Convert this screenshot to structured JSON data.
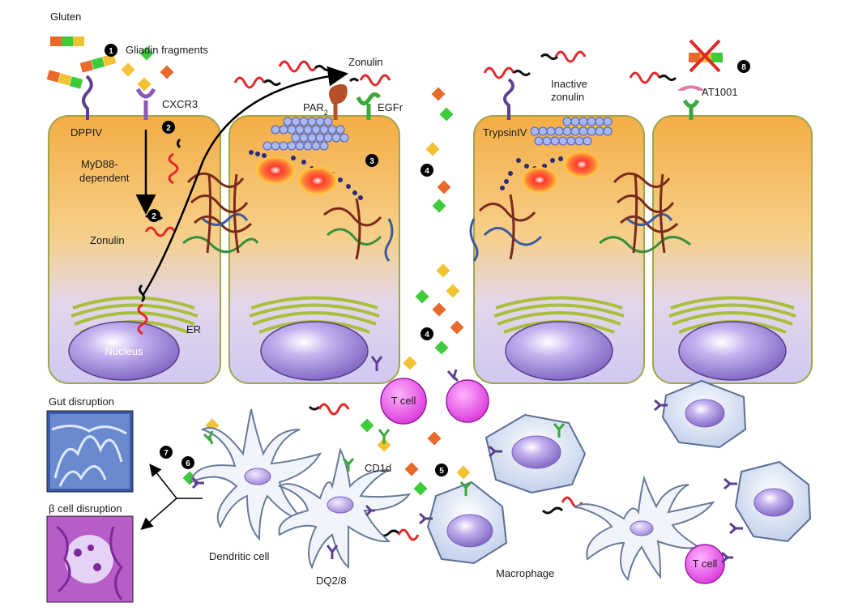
{
  "labels": {
    "gluten": "Gluten",
    "gliadin_fragments": "Gliadin fragments",
    "cxcr3": "CXCR3",
    "dppiv": "DPPIV",
    "myd88": "MyD88-",
    "dependent": "dependent",
    "zonulin_left": "Zonulin",
    "zonulin_top": "Zonulin",
    "par2": "PAR",
    "par2_sub": "2",
    "egfr": "EGFr",
    "trypsin": "TrypsinIV",
    "inactive1": "Inactive",
    "inactive2": "zonulin",
    "at1001": "AT1001",
    "nucleus": "Nucleus",
    "er": "ER",
    "tcell_top": "T cell",
    "tcell_bottom": "T cell",
    "gut_disruption": "Gut disruption",
    "beta_disruption": "β cell disruption",
    "dendritic": "Dendritic cell",
    "dq28": "DQ2/8",
    "cd1d": "CD1d",
    "macrophage": "Macrophage"
  },
  "steps": {
    "s1": "1",
    "s2a": "2",
    "s2b": "2",
    "s3": "3",
    "s4a": "4",
    "s4b": "4",
    "s5": "5",
    "s6": "6",
    "s7": "7",
    "s8": "8"
  },
  "colors": {
    "cell_top": "#f5b24a",
    "cell_bottom": "#d9d2f2",
    "cell_border": "#9fa64a",
    "zonulin_red": "#e0282b",
    "receptor_purple": "#5c3f8f",
    "receptor_green": "#3aa83a",
    "tcell_pink": "#e64ce6",
    "fragment_green": "#3ecb3a",
    "fragment_orange": "#e8692a",
    "fragment_yellow": "#f2c233",
    "tight_junction_brown": "#7a2a1a",
    "nucleus_purple": "#9f86d8",
    "er_green": "#a9bf3a"
  }
}
